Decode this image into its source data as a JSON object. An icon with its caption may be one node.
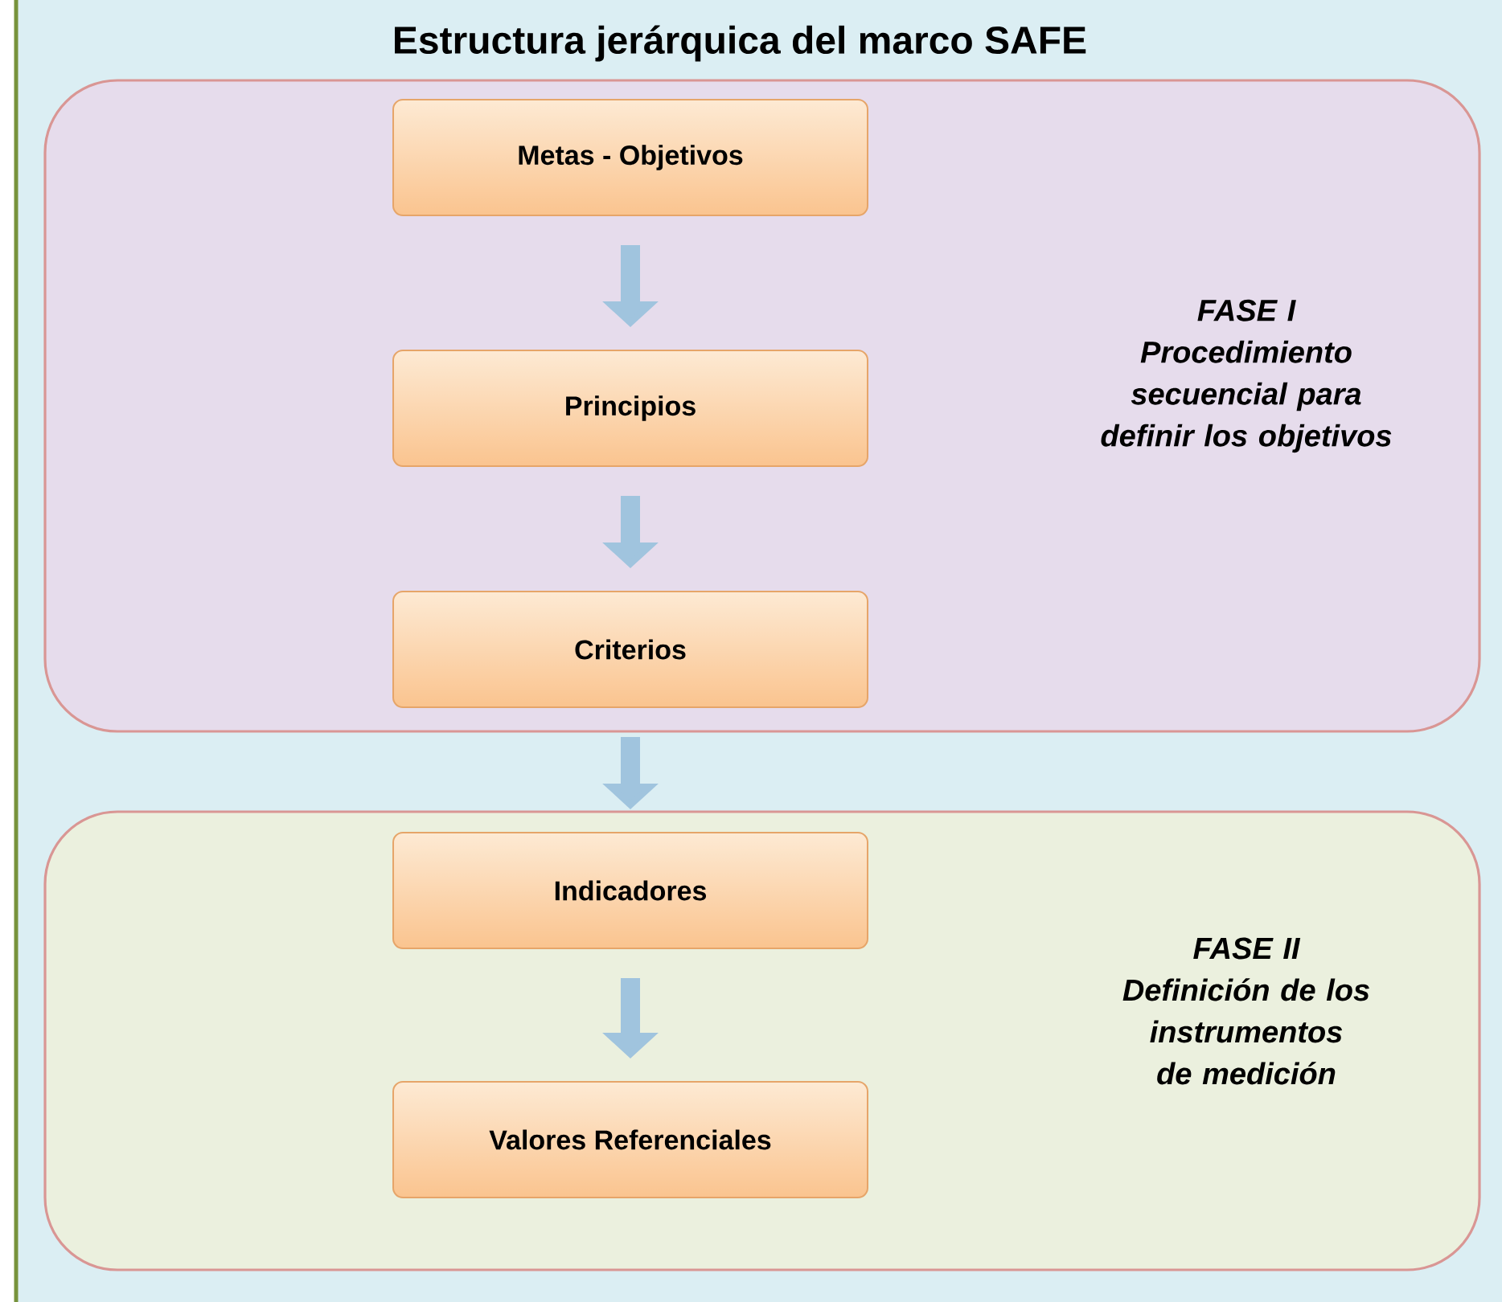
{
  "diagram": {
    "title": "Estructura  jerárquica del marco SAFE",
    "nodes": [
      {
        "text": [
          "FASE I",
          "Procedimiento secuencial para definir los objetivos"
        ]
      },
      {
        "text": [
          "Metas - Objetivos"
        ],
        "in": 0
      },
      {
        "text": [
          "Principios"
        ],
        "in": 0
      },
      {
        "text": [
          "Criterios"
        ],
        "in": 0
      },
      {
        "text": [
          "FASE II",
          "Definición de los instrumentos de medición"
        ]
      },
      {
        "text": [
          "Indicadores"
        ],
        "in": 4
      },
      {
        "text": [
          "Valores Referenciales"
        ],
        "in": 4
      }
    ],
    "edges": [
      {
        "from": 1,
        "to": 2,
        "arrow": "to"
      },
      {
        "from": 2,
        "to": 3,
        "arrow": "to"
      },
      {
        "from": 3,
        "to": 5,
        "arrow": "to"
      },
      {
        "from": 5,
        "to": 6,
        "arrow": "to"
      }
    ]
  }
}
